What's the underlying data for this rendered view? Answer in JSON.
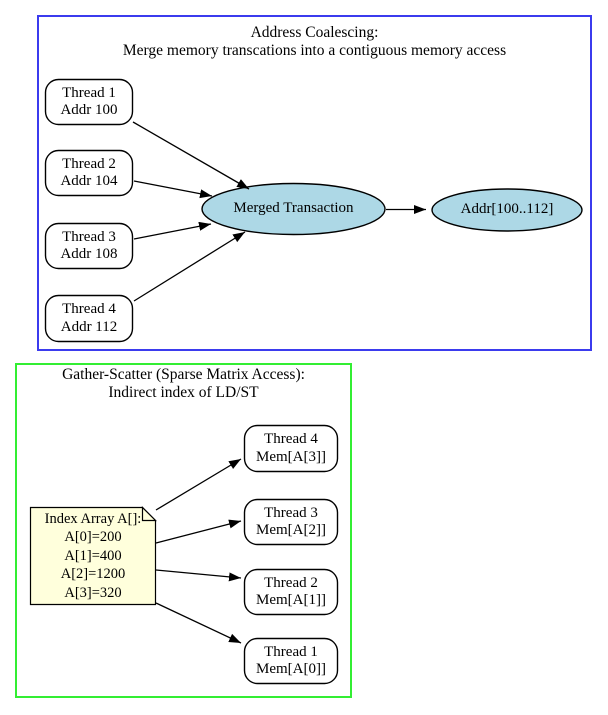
{
  "colors": {
    "coalescing_panel_border": "#3b3bee",
    "gather_panel_border": "#33ee33",
    "ellipse_fill": "#add8e6",
    "note_fill": "#ffffdc",
    "node_fill": "#ffffff",
    "line_color": "#000000"
  },
  "coalescing": {
    "title_line1": "Address Coalescing:",
    "title_line2": "Merge memory transcations into a contiguous memory access",
    "threads": [
      {
        "name": "Thread 1",
        "addr": "Addr 100"
      },
      {
        "name": "Thread 2",
        "addr": "Addr 104"
      },
      {
        "name": "Thread 3",
        "addr": "Addr 108"
      },
      {
        "name": "Thread 4",
        "addr": "Addr 112"
      }
    ],
    "merged_label": "Merged Transaction",
    "result_label": "Addr[100..112]"
  },
  "gather_scatter": {
    "title_line1": "Gather-Scatter (Sparse Matrix Access):",
    "title_line2": "Indirect index of LD/ST",
    "index_array": {
      "title": "Index Array A[]:",
      "entries": [
        "A[0]=200",
        "A[1]=400",
        "A[2]=1200",
        "A[3]=320"
      ]
    },
    "threads": [
      {
        "name": "Thread 4",
        "mem": "Mem[A[3]]"
      },
      {
        "name": "Thread 3",
        "mem": "Mem[A[2]]"
      },
      {
        "name": "Thread 2",
        "mem": "Mem[A[1]]"
      },
      {
        "name": "Thread 1",
        "mem": "Mem[A[0]]"
      }
    ]
  }
}
